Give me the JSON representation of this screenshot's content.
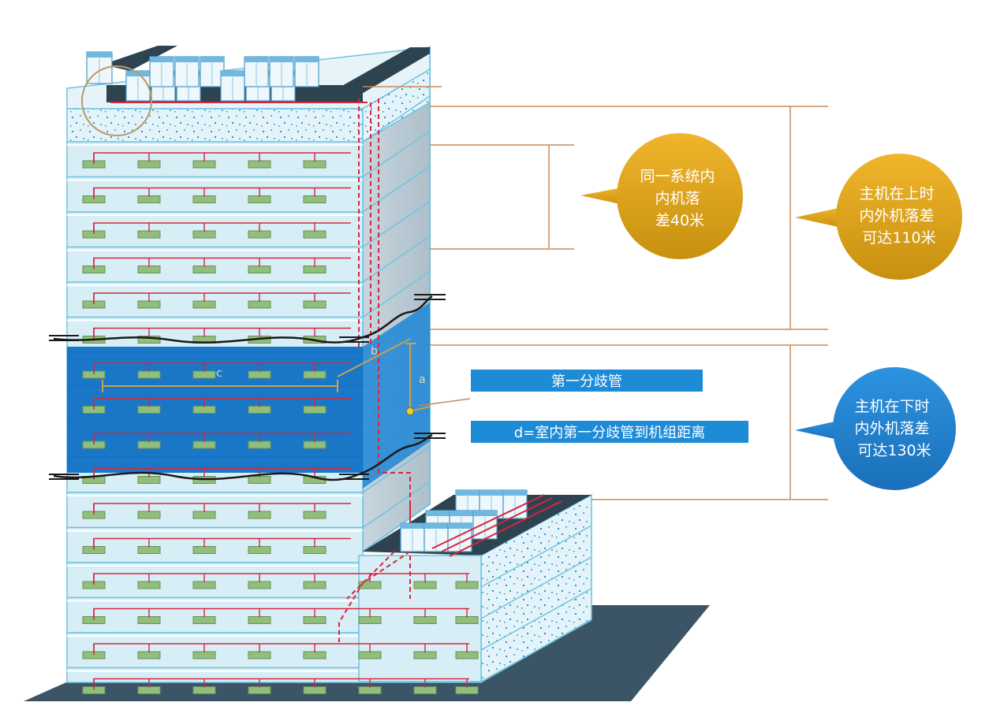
{
  "callouts": {
    "same_system": {
      "lines": [
        "同一系统内",
        "内机落",
        "差40米"
      ]
    },
    "host_above": {
      "lines": [
        "主机在上时",
        "内外机落差",
        "可达110米"
      ]
    },
    "host_below": {
      "lines": [
        "主机在下时",
        "内外机落差",
        "可达130米"
      ]
    }
  },
  "labels": {
    "first_branch": "第一分歧管",
    "distance_d": "d=室内第一分歧管到机组距离"
  },
  "dimension_letters": {
    "a": "a",
    "b": "b",
    "c": "c"
  },
  "colors": {
    "gold": "#D9A21F",
    "blue": "#1E7FD0",
    "highlight_floor": "#0B6EC4",
    "building_face": "#D8EEF7",
    "building_edge": "#6FC3E0",
    "pipe": "#D7263D",
    "leader": "#C98A5A"
  }
}
